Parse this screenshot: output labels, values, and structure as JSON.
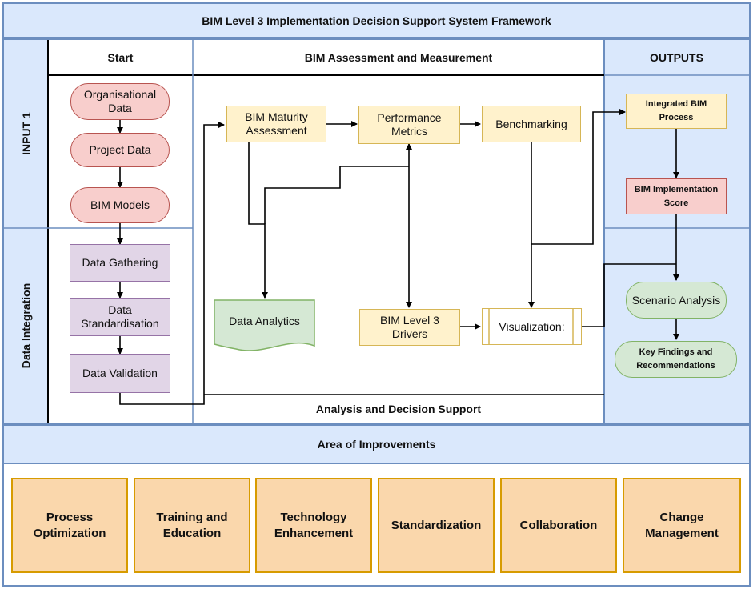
{
  "title": "BIM Level 3 Implementation Decision Support System Framework",
  "columns": {
    "start": "Start",
    "assessment": "BIM Assessment and Measurement",
    "outputs": "OUTPUTS"
  },
  "rows": {
    "input": "INPUT 1",
    "integration": "Data Integration"
  },
  "start_nodes": {
    "org_data": "Organisational Data",
    "project_data": "Project Data",
    "bim_models": "BIM Models",
    "data_gathering": "Data Gathering",
    "data_standardisation": "Data Standardisation",
    "data_validation": "Data Validation"
  },
  "assessment_nodes": {
    "maturity": "BIM Maturity Assessment",
    "metrics": "Performance Metrics",
    "benchmarking": "Benchmarking",
    "analytics": "Data Analytics",
    "drivers": "BIM Level 3 Drivers",
    "visualization": "Visualization:"
  },
  "analysis_label": "Analysis and Decision Support",
  "output_nodes": {
    "integrated": "Integrated BIM Process",
    "score": "BIM Implementation Score",
    "scenario": "Scenario Analysis",
    "findings": "Key Findings and Recommendations"
  },
  "improvements_title": "Area of Improvements",
  "improvements": [
    "Process Optimization",
    "Training and Education",
    "Technology Enhancement",
    "Standardization",
    "Collaboration",
    "Change Management"
  ],
  "colors": {
    "header_fill": "#dae8fc",
    "header_stroke": "#6c8ebf",
    "pink": "#f8cecc",
    "purple": "#e1d5e7",
    "yellow": "#fff2cc",
    "green": "#d5e8d4",
    "orange": "#fad7ac"
  }
}
